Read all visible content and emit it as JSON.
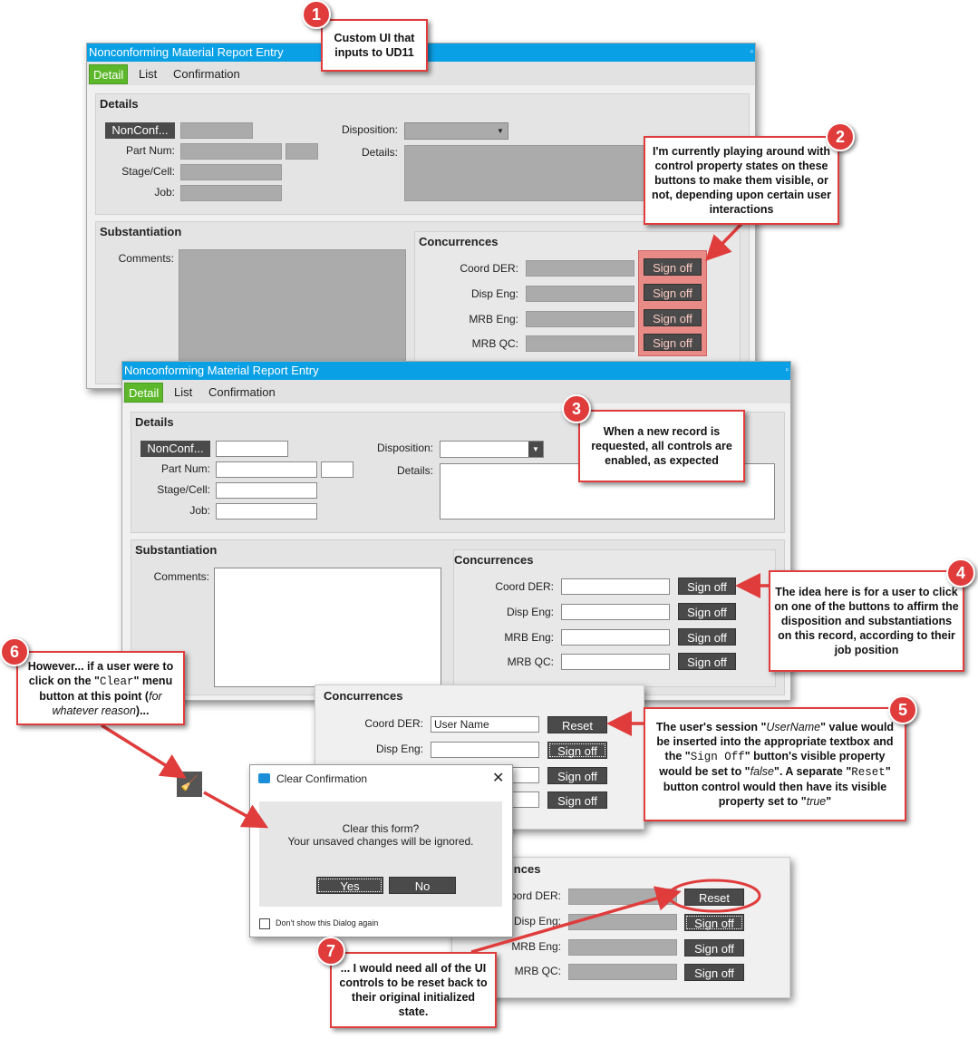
{
  "app_title": "Nonconforming Material Report Entry",
  "tabs": [
    "Detail",
    "List",
    "Confirmation"
  ],
  "details": {
    "group_label": "Details",
    "nonconf_button": "NonConf...",
    "part_num_label": "Part Num:",
    "stage_label": "Stage/Cell:",
    "job_label": "Job:",
    "disposition_label": "Disposition:",
    "details_label": "Details:"
  },
  "substantiation": {
    "group_label": "Substantiation",
    "comments_label": "Comments:"
  },
  "concurrences": {
    "group_label": "Concurrences",
    "rows": [
      "Coord DER:",
      "Disp Eng:",
      "MRB Eng:",
      "MRB QC:"
    ],
    "sign_off_label": "Sign off",
    "reset_label": "Reset",
    "user_name_value": "User Name"
  },
  "dialog": {
    "title": "Clear Confirmation",
    "message_line1": "Clear this form?",
    "message_line2": "Your unsaved changes will be ignored.",
    "yes_label": "Yes",
    "no_label": "No",
    "checkbox_label": "Don't show this Dialog again"
  },
  "callouts": {
    "c1": {
      "num": "1",
      "text": "Custom UI that inputs to UD11"
    },
    "c2": {
      "num": "2",
      "text": "I'm currently playing around with control property states on these buttons to make them visible, or not, depending upon certain user interactions"
    },
    "c3": {
      "num": "3",
      "text": "When a new record is requested, all controls are enabled, as expected"
    },
    "c4": {
      "num": "4",
      "text": "The idea here is for a user to click on one of the buttons to affirm the disposition and substantiations on this record, according to their job position"
    },
    "c5": {
      "num": "5",
      "t1": "The user's session \"",
      "t2": "UserName",
      "t3": "\" value would be inserted into the appropriate textbox and the \"",
      "t4": "Sign Off",
      "t5": "\" button's visible property would be set to \"",
      "t6": "false",
      "t7": "\". A separate \"",
      "t8": "Reset",
      "t9": "\" button control would then have its visible property set to \"",
      "t10": "true",
      "t11": "\""
    },
    "c6": {
      "num": "6",
      "t1": "However... if a user were to click on the \"",
      "t2": "Clear",
      "t3": "\" menu button at this point (",
      "t4": "for whatever reason",
      "t5": ")..."
    },
    "c7": {
      "num": "7",
      "text": "... I would need all of the UI controls to be reset back to their original initialized state."
    }
  },
  "colors": {
    "title_bar": "#0aa0e6",
    "active_tab": "#5cb82a",
    "callout_red": "#e03c3c",
    "button_dark": "#4a4a4a"
  },
  "icons": [
    "pin-icon",
    "dropdown-arrow-icon",
    "broom-icon",
    "close-icon",
    "dialog-app-icon"
  ]
}
